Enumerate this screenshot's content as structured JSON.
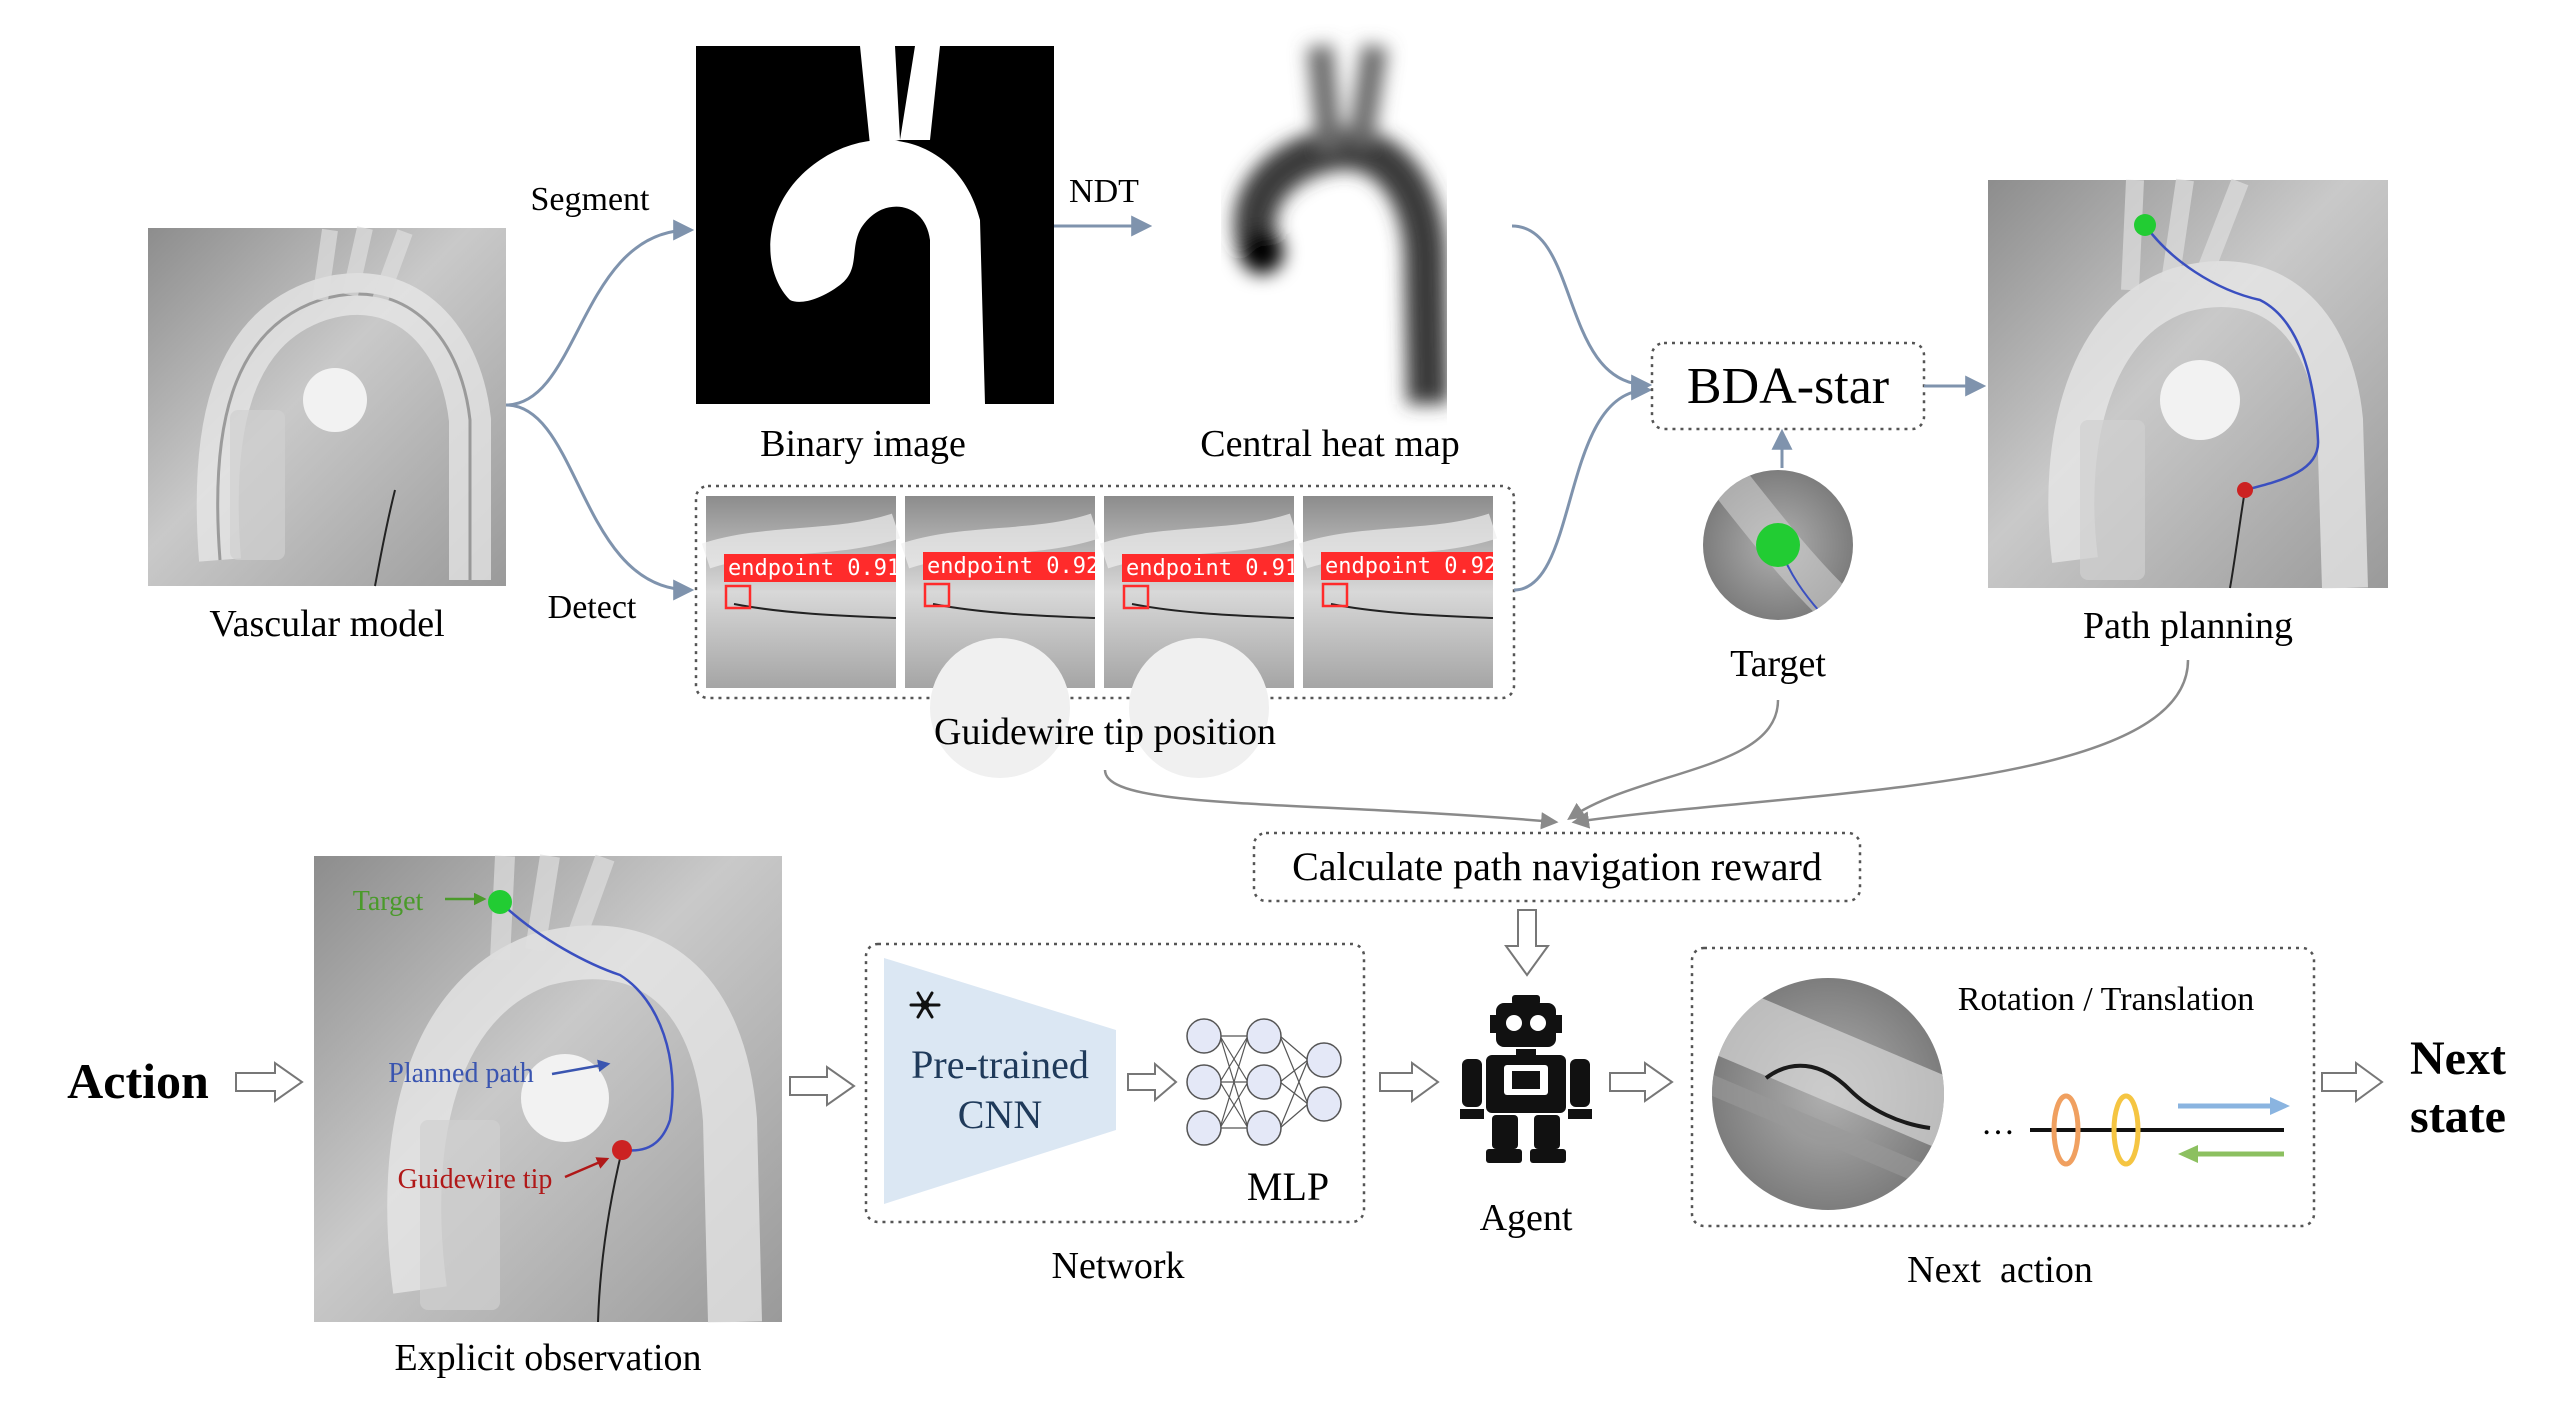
{
  "labels": {
    "segment": "Segment",
    "detect": "Detect",
    "ndt": "NDT",
    "vascular_model": "Vascular model",
    "binary_image": "Binary image",
    "central_heat_map": "Central heat map",
    "guidewire_tip_position": "Guidewire tip position",
    "bda_star": "BDA-star",
    "target": "Target",
    "path_planning": "Path planning",
    "reward": "Calculate path navigation reward",
    "action": "Action",
    "explicit_observation": "Explicit observation",
    "obs_target": "Target",
    "obs_planned_path": "Planned path",
    "obs_guidewire_tip": "Guidewire tip",
    "cnn_line1": "Pre-trained",
    "cnn_line2": "CNN",
    "mlp": "MLP",
    "network": "Network",
    "agent": "Agent",
    "rotation_translation": "Rotation / Translation",
    "ellipsis": "…",
    "next_action": "Next  action",
    "next_state_line1": "Next",
    "next_state_line2": "state"
  },
  "detections": [
    {
      "label": "endpoint 0.91"
    },
    {
      "label": "endpoint 0.92"
    },
    {
      "label": "endpoint 0.91"
    },
    {
      "label": "endpoint 0.92"
    }
  ],
  "colors": {
    "arrow_blue": "#7f93ad",
    "arrow_gray": "#8a8a8a",
    "detect_red": "#ff2b2b",
    "target_green": "#22cc33",
    "tip_red": "#cc2222",
    "path_blue": "#3a4fc0",
    "cnn_fill": "#dbe7f3",
    "mlp_fill": "#e4e8f7",
    "obs_target_text": "#4a9a2a",
    "obs_path_text": "#3a55b0",
    "obs_tip_text": "#b01818",
    "rot_orange": "#f0a060",
    "rot_yellow": "#f5c542",
    "trans_blue": "#8ab4e0",
    "trans_green": "#8cc060"
  },
  "icons": {
    "snowflake": "snowflake-icon",
    "robot": "robot-icon"
  }
}
